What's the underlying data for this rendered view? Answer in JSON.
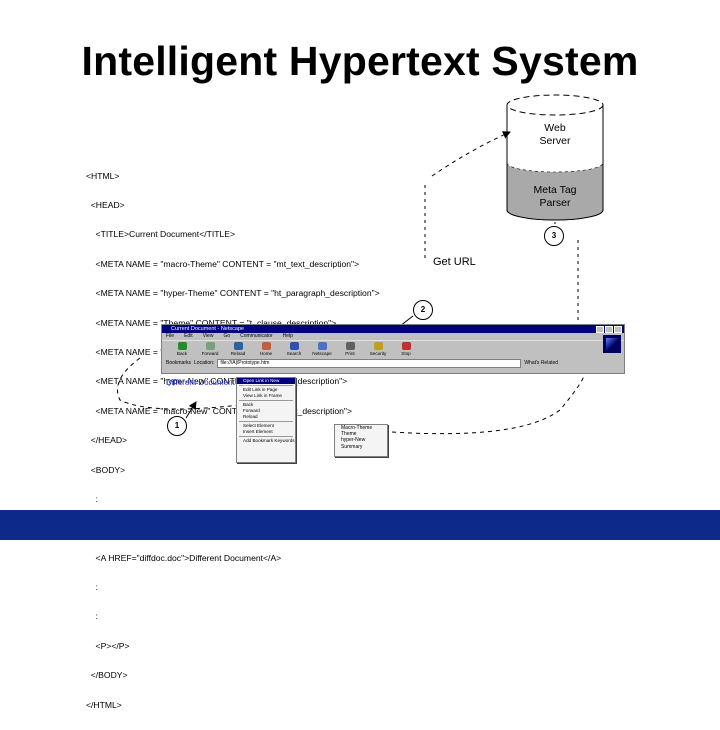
{
  "title": "Intelligent Hypertext System",
  "code_lines": [
    "<HTML>",
    "  <HEAD>",
    "    <TITLE>Current Document</TITLE>",
    "    <META NAME = \"macro-Theme\" CONTENT = \"mt_text_description\">",
    "    <META NAME = \"hyper-Theme\" CONTENT = \"ht_paragraph_description\">",
    "    <META NAME = \"Theme\" CONTENT = \"t_clause_description\">",
    "    <META NAME = \"New\" CONTENT = \"n_text_description\">",
    "    <META NAME = \"hyper-New\" CONTENT = \"hn_text_description\">",
    "    <META NAME = \"macro-New\" CONTENT = \"mn_text_description\">",
    "  </HEAD>",
    "  <BODY>",
    "    :",
    "    :",
    "    <A HREF=\"diffdoc.doc\">Different Document</A>",
    "    :",
    "    :",
    "    <P></P>",
    "  </BODY>",
    "</HTML>"
  ],
  "get_url_label": "Get URL",
  "web_server_label_1": "Web",
  "web_server_label_2": "Server",
  "parser_label_1": "Meta Tag",
  "parser_label_2": "Parser",
  "markers": {
    "m1": "1",
    "m2": "2",
    "m3": "3"
  },
  "browser": {
    "window_title": "Current Document - Netscape",
    "menu": [
      "File",
      "Edit",
      "View",
      "Go",
      "Communicator",
      "Help"
    ],
    "toolbar": [
      "Back",
      "Forward",
      "Reload",
      "Home",
      "Search",
      "Netscape",
      "Print",
      "Security",
      "Stop"
    ],
    "bookmarks_label": "Bookmarks",
    "location_label": "Location:",
    "location_value": "file:///A|/Prototype.htm",
    "whats_related": "What's Related"
  },
  "link_text": "Different Document",
  "popup_menu": [
    "Open Link in New Window",
    "Edit Link in Page",
    "View Link in Frame",
    "Back",
    "Forward",
    "Reload",
    "Select Element",
    "Insert Element",
    "Add Bookmark Keywords"
  ],
  "submenu": [
    "Macro-Theme",
    "Theme",
    "hyper-New",
    "Summary"
  ],
  "colors": {
    "bottom_bar": "#0d2a8a",
    "server_gray": "#a9a9a9",
    "browser_title": "#000080"
  }
}
